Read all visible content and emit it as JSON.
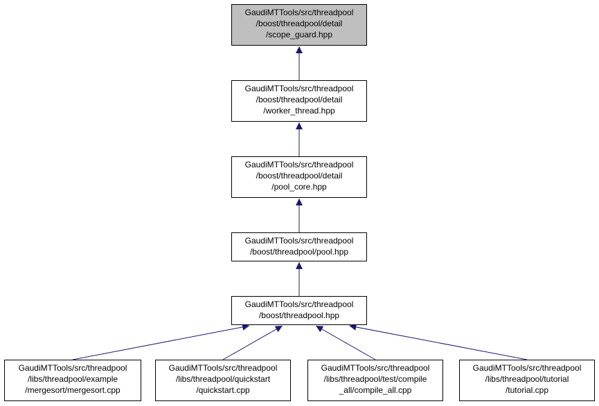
{
  "colors": {
    "edge": "#191970",
    "root_fill": "#bfbfbf",
    "node_fill": "#ffffff",
    "border": "#000000"
  },
  "nodes": [
    {
      "id": "scope_guard",
      "lines": [
        "GaudiMTTools/src/threadpool",
        "/boost/threadpool/detail",
        "/scope_guard.hpp"
      ],
      "highlighted": true
    },
    {
      "id": "worker_thread",
      "lines": [
        "GaudiMTTools/src/threadpool",
        "/boost/threadpool/detail",
        "/worker_thread.hpp"
      ]
    },
    {
      "id": "pool_core",
      "lines": [
        "GaudiMTTools/src/threadpool",
        "/boost/threadpool/detail",
        "/pool_core.hpp"
      ]
    },
    {
      "id": "pool",
      "lines": [
        "GaudiMTTools/src/threadpool",
        "/boost/threadpool/pool.hpp"
      ]
    },
    {
      "id": "threadpool",
      "lines": [
        "GaudiMTTools/src/threadpool",
        "/boost/threadpool.hpp"
      ]
    },
    {
      "id": "mergesort",
      "lines": [
        "GaudiMTTools/src/threadpool",
        "/libs/threadpool/example",
        "/mergesort/mergesort.cpp"
      ]
    },
    {
      "id": "quickstart",
      "lines": [
        "GaudiMTTools/src/threadpool",
        "/libs/threadpool/quickstart",
        "/quickstart.cpp"
      ]
    },
    {
      "id": "compile_all",
      "lines": [
        "GaudiMTTools/src/threadpool",
        "/libs/threadpool/test/compile",
        "_all/compile_all.cpp"
      ]
    },
    {
      "id": "tutorial",
      "lines": [
        "GaudiMTTools/src/threadpool",
        "/libs/threadpool/tutorial",
        "/tutorial.cpp"
      ]
    }
  ],
  "edges": [
    {
      "from": "worker_thread",
      "to": "scope_guard"
    },
    {
      "from": "pool_core",
      "to": "worker_thread"
    },
    {
      "from": "pool",
      "to": "pool_core"
    },
    {
      "from": "threadpool",
      "to": "pool"
    },
    {
      "from": "mergesort",
      "to": "threadpool"
    },
    {
      "from": "quickstart",
      "to": "threadpool"
    },
    {
      "from": "compile_all",
      "to": "threadpool"
    },
    {
      "from": "tutorial",
      "to": "threadpool"
    }
  ]
}
